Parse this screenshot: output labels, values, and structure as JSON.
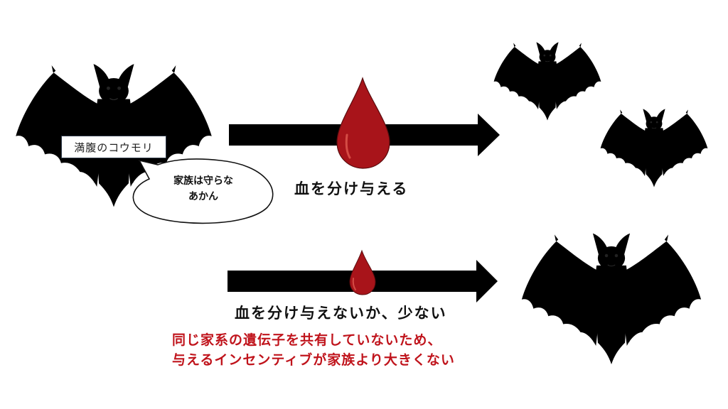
{
  "colors": {
    "well_fed_bat_fill": "#d6f2d2",
    "well_fed_bat_stroke": "#3d5a3f",
    "unrelated_bat_fill": "#d9dbf4",
    "unrelated_bat_stroke": "#3a3c52",
    "blood_drop": "#a8141a",
    "arrow": "#000000",
    "explanation_text": "#c0141c"
  },
  "icons": {
    "donor_bat": "bat-icon",
    "recipient_bats": "bat-icon",
    "unrelated_bat": "bat-icon",
    "blood": "blood-drop-icon",
    "arrow": "arrow-right-icon"
  },
  "donor": {
    "label": "満腹のコウモリ",
    "speech_line1": "家族は守らな",
    "speech_line2": "あかん"
  },
  "top_flow": {
    "caption": "血を分け与える"
  },
  "bottom_flow": {
    "caption": "血を分け与えないか、少ない",
    "explanation_line1": "同じ家系の遺伝子を共有していないため、",
    "explanation_line2": "与えるインセンティブが家族より大きくない"
  }
}
